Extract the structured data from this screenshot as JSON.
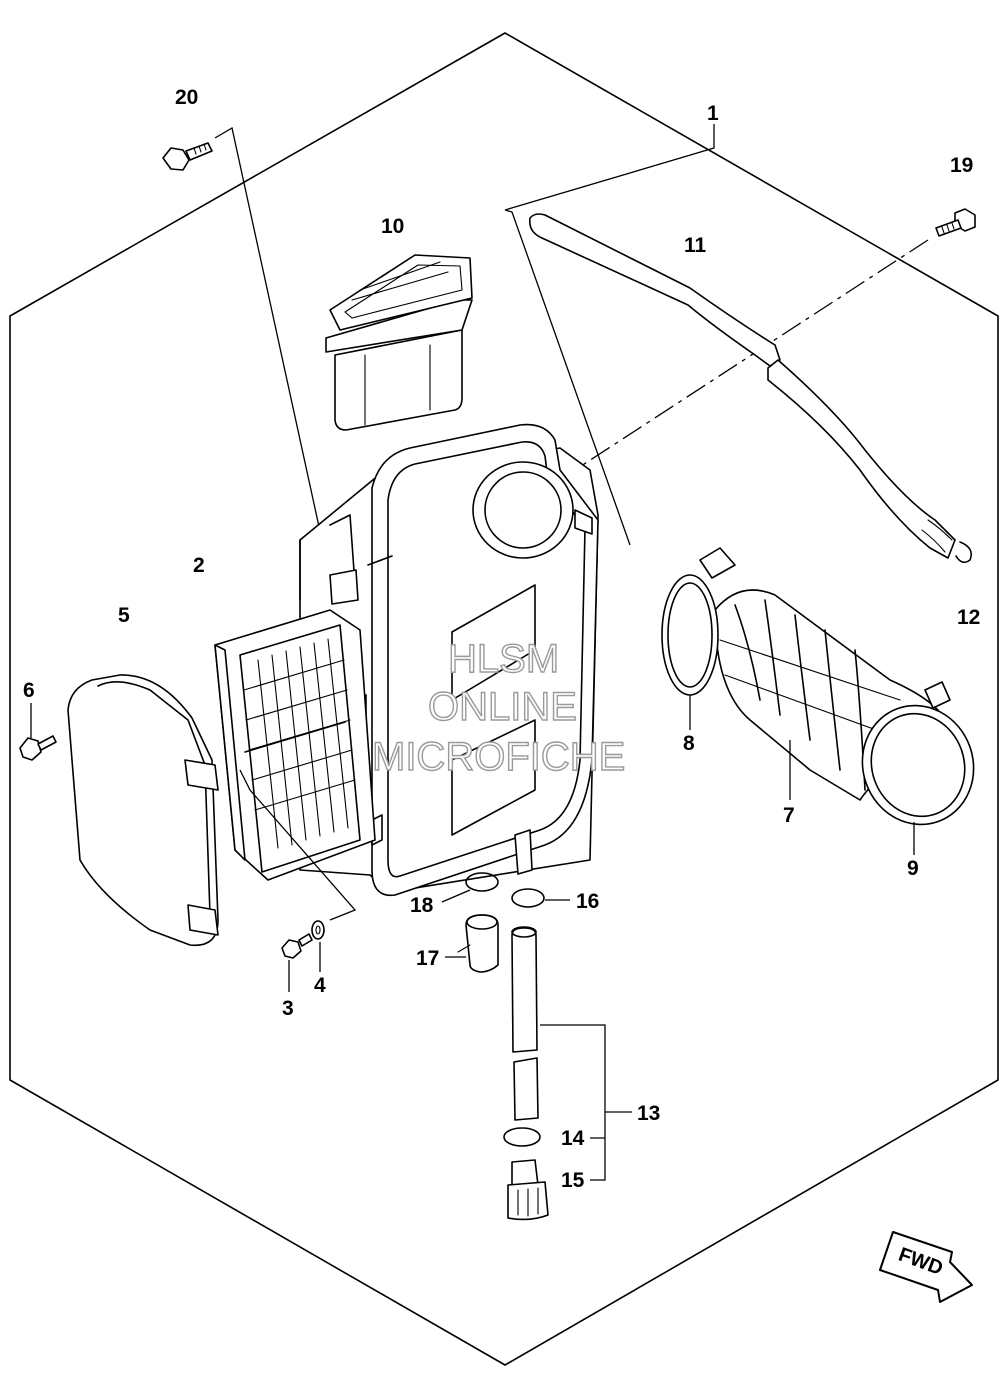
{
  "diagram": {
    "callouts": [
      "1",
      "2",
      "3",
      "4",
      "5",
      "6",
      "7",
      "8",
      "9",
      "10",
      "11",
      "12",
      "13",
      "14",
      "15",
      "16",
      "17",
      "18",
      "19",
      "20"
    ],
    "watermark": {
      "line1": "HLSM",
      "line2": "ONLINE",
      "line3": "MICROFICHE",
      "color": "#9a9a9a"
    },
    "fwd_label": "FWD"
  }
}
